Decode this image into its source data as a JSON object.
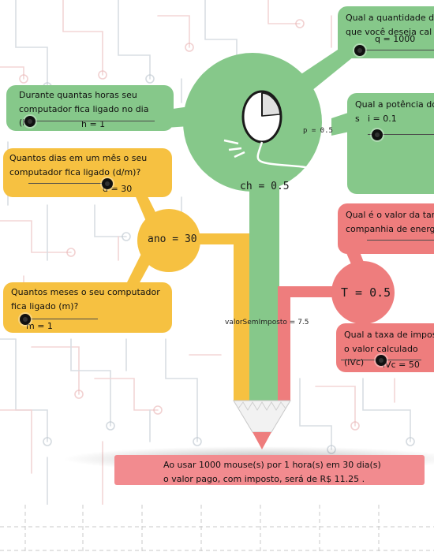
{
  "colors": {
    "green": "#86c88a",
    "yellow": "#f6c141",
    "red": "#ee7d7d",
    "pink": "#f28b8f"
  },
  "q_panel": {
    "line1": "Qual a quantidade d",
    "line2": "que você deseja cal",
    "value": "q = 1000",
    "slider_level": 0.05
  },
  "h_panel": {
    "line1": "Durante quantas horas seu",
    "line2": "computador fica ligado no dia (h)?",
    "value": "h = 1",
    "slider_level": 0.0
  },
  "d_panel": {
    "line1": "Quantos dias em um mês o seu",
    "line2": "computador fica ligado (d/m)?",
    "value": "d = 30",
    "slider_level": 1.0
  },
  "m_panel": {
    "line1": "Quantos meses o seu computador",
    "line2": "fica ligado (m)?",
    "value": "m = 1",
    "slider_level": 0.0
  },
  "i_panel": {
    "line1": "Qual a potência do s",
    "value": "i = 0.1",
    "slider_level": 0.1
  },
  "p_label": "p = 0.5",
  "ch_label": "ch = 0.5",
  "ano_label": "ano = 30",
  "tarifa_panel": {
    "line1": "Qual é o valor da tari",
    "line2": "companhia de energ"
  },
  "t_label": "T = 0.5",
  "imposto_panel": {
    "line1": "Qual a taxa de impost",
    "line2": "o valor calculado (iVc)",
    "value": "iVc = 50",
    "slider_level": 0.5
  },
  "valor_sem_imposto": "valorSemImposto = 7.5",
  "result": {
    "line1": "Ao usar  1000 mouse(s) por 1 hora(s) em 30 dia(s)",
    "line2": "o valor pago, com imposto, será de R$ 11.25 ."
  }
}
